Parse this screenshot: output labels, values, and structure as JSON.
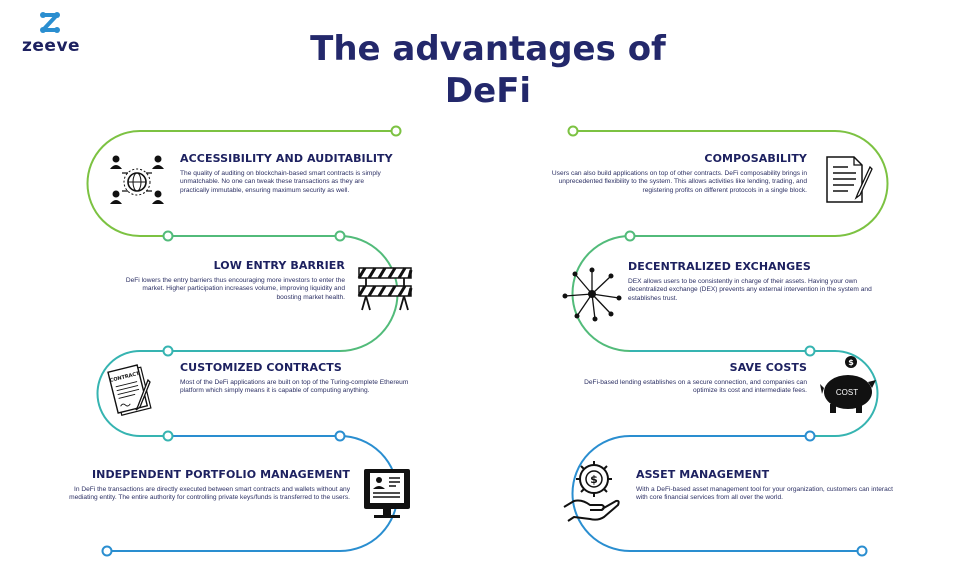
{
  "brand": {
    "name": "zeeve"
  },
  "title": {
    "line1": "The advantages of",
    "line2": "DeFi"
  },
  "sections": [
    {
      "title": "ACCESSIBILITY AND AUDITABILITY",
      "text": "The quality of auditing on blockchain-based smart contracts is simply unmatchable. No one can tweak these transactions as they are practically immutable, ensuring maximum security as well.",
      "icon": "people-globe-icon"
    },
    {
      "title": "LOW ENTRY BARRIER",
      "text": "DeFi lowers the entry barriers thus encouraging more investors to enter the market. Higher participation increases volume, improving liquidity and boosting market health.",
      "icon": "barrier-icon"
    },
    {
      "title": "CUSTOMIZED CONTRACTS",
      "text": "Most of the DeFi applications are built on top of the Turing-complete Ethereum platform which simply means it is capable of computing anything.",
      "icon": "contract-icon",
      "icon_label": "CONTRACT"
    },
    {
      "title": "INDEPENDENT PORTFOLIO MANAGEMENT",
      "text": "In DeFi the transactions are directly executed between smart contracts and wallets without any mediating entity. The entire authority for controlling private keys/funds is transferred to the users.",
      "icon": "portfolio-monitor-icon"
    },
    {
      "title": "COMPOSABILITY",
      "text": "Users can also build applications on top of other contracts. DeFi composability brings in unprecedented flexibility to the system. This allows activities like lending, trading, and registering profits on different protocols in a single block.",
      "icon": "document-pen-icon"
    },
    {
      "title": "DECENTRALIZED EXCHANGES",
      "text": "DEX allows users to be consistently in charge of their assets. Having your own decentralized exchange (DEX) prevents any external intervention in the system and establishes trust.",
      "icon": "network-nodes-icon"
    },
    {
      "title": "SAVE COSTS",
      "text": "DeFi-based lending establishes on a secure connection, and companies can optimize its cost and intermediate fees.",
      "icon": "piggy-bank-icon",
      "icon_label": "COST"
    },
    {
      "title": "ASSET MANAGEMENT",
      "text": "With a DeFi-based asset management tool for your organization, customers can interact with core financial services from all over the world.",
      "icon": "hand-dollar-gear-icon"
    }
  ],
  "colors": {
    "green": "#7cc242",
    "teal": "#36b4b1",
    "blue": "#2a8ed0",
    "navy": "#1d2160"
  }
}
